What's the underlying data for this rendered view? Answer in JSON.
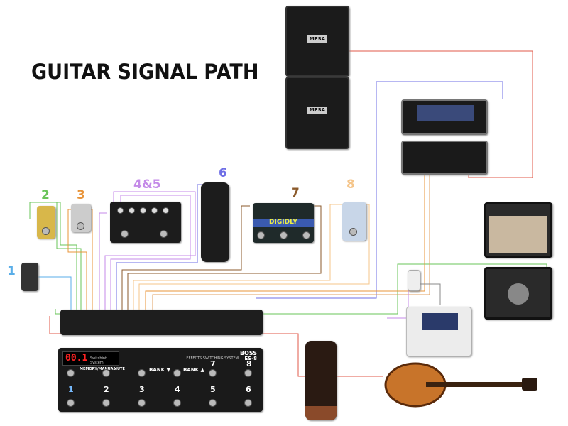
{
  "title": "GUITAR SIGNAL PATH",
  "labels": [
    {
      "text": "1",
      "color": "#5aaee8"
    },
    {
      "text": "2",
      "color": "#6ac45a"
    },
    {
      "text": "3",
      "color": "#e8943a"
    },
    {
      "text": "4&5",
      "color": "#c48ae8"
    },
    {
      "text": "6",
      "color": "#6f6fe6"
    },
    {
      "text": "7",
      "color": "#8b5a2b"
    },
    {
      "text": "8",
      "color": "#f5c58a"
    }
  ],
  "cabinet": {
    "logo_top": "MESA",
    "logo_bottom": "MESA"
  },
  "switcher": {
    "display": "00.1",
    "display_text": "Switchint System",
    "brand": "BOSS",
    "model": "ES-8",
    "subtitle": "EFFECTS SWITCHING SYSTEM",
    "top_labels": [
      "MEMORY/MANUAL",
      "MUTE",
      "BANK ▼",
      "BANK ▲",
      "7",
      "8"
    ],
    "bottom_numbers": [
      "1",
      "2",
      "3",
      "4",
      "5",
      "6"
    ]
  },
  "delay_pedal": {
    "name": "DIGIDLY"
  }
}
